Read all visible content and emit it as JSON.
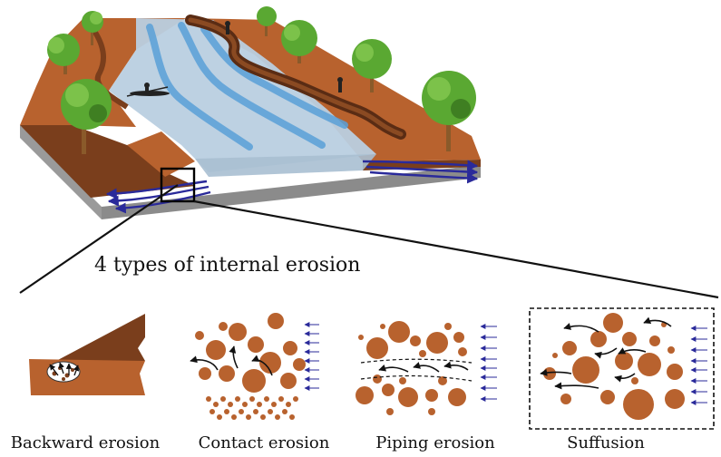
{
  "title": "4 types of internal erosion",
  "panels": [
    {
      "label": "Backward erosion"
    },
    {
      "label": "Contact erosion"
    },
    {
      "label": "Piping erosion"
    },
    {
      "label": "Suffusion"
    }
  ],
  "colors": {
    "soil": "#b8622e",
    "soil_dark": "#7a3e1c",
    "soil_side": "#8a4a22",
    "river": "#b9cfe0",
    "river_stream": "#5aa0d8",
    "flow_arrow": "#2a2a9a",
    "foliage": "#5aa832",
    "foliage_dark": "#3f7f22",
    "trunk": "#8a5a2a",
    "base_gray": "#8b8b8b"
  }
}
